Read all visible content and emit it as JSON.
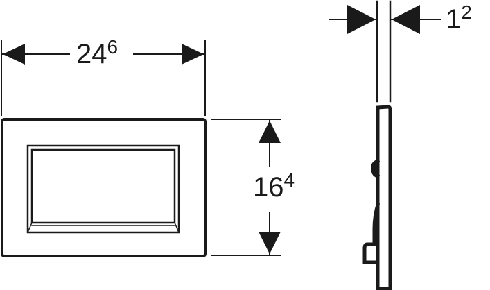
{
  "drawing": {
    "type": "technical dimension drawing",
    "views": [
      "front-view",
      "side-view"
    ],
    "stroke_color": "#1a1a1a",
    "background": "#ffffff"
  },
  "dimensions": {
    "width": {
      "main": "24",
      "sup": "6"
    },
    "height": {
      "main": "16",
      "sup": "4"
    },
    "thickness": {
      "main": "1",
      "sup": "2"
    }
  }
}
